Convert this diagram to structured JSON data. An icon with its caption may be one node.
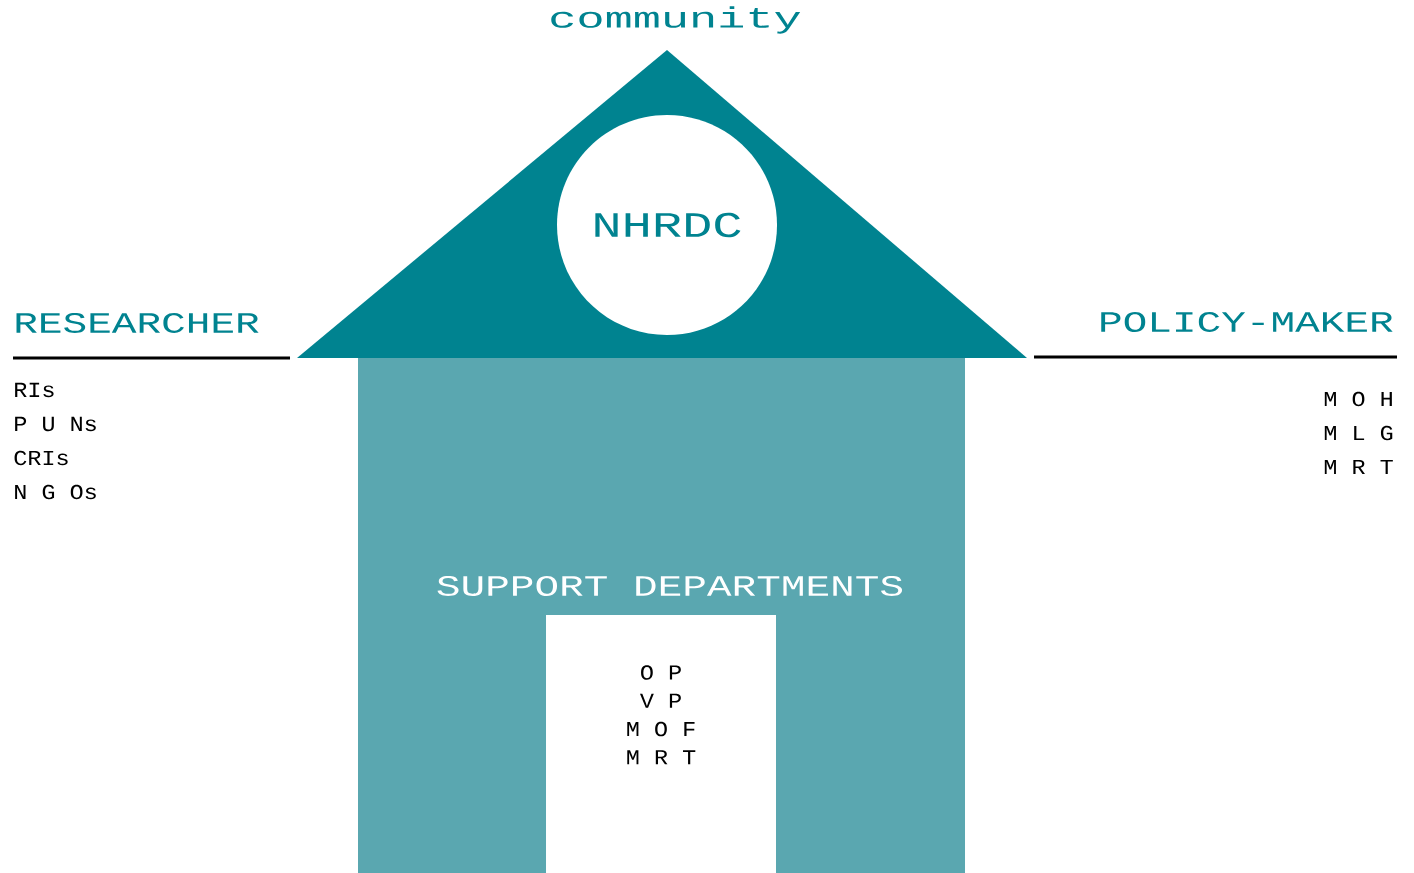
{
  "diagram": {
    "nodes": [
      {
        "text": [
          "community"
        ]
      },
      {
        "text": [
          "NHRDC"
        ],
        "in": 0
      },
      {
        "text": [
          "SUPPORT DEPARTMENTS"
        ]
      },
      {
        "text": [
          "O P",
          "V P",
          "M O F",
          "M R T"
        ],
        "in": 2
      }
    ],
    "labels": [
      "RESEARCHER",
      "RIs",
      "P U Ns",
      "CRIs",
      "N G Os",
      "POLICY-MAKER",
      "M O H",
      "M L G",
      "M R T"
    ]
  }
}
